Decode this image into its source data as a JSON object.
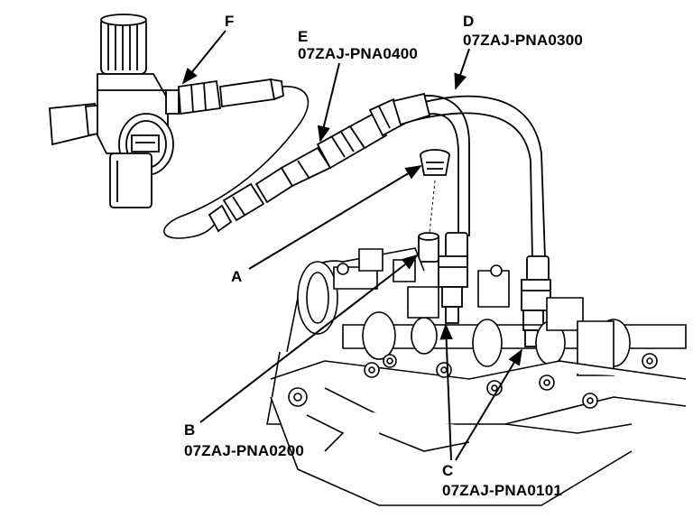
{
  "callouts": {
    "a": {
      "letter": "A"
    },
    "b": {
      "letter": "B",
      "part_number": "07ZAJ-PNA0200"
    },
    "c": {
      "letter": "C",
      "part_number": "07ZAJ-PNA0101"
    },
    "d": {
      "letter": "D",
      "part_number": "07ZAJ-PNA0300"
    },
    "e": {
      "letter": "E",
      "part_number": "07ZAJ-PNA0400"
    },
    "f": {
      "letter": "F"
    }
  },
  "colors": {
    "ink": "#000000",
    "paper": "#ffffff"
  }
}
